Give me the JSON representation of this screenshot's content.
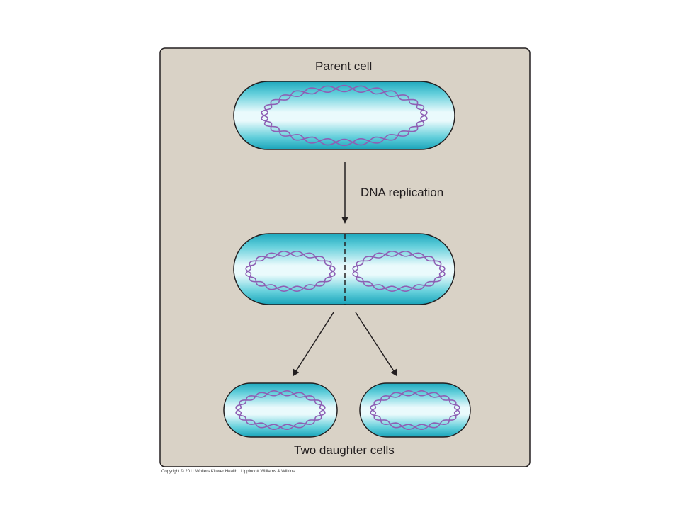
{
  "diagram": {
    "parent_label": "Parent cell",
    "process_label": "DNA replication",
    "result_label": "Two daughter cells",
    "copyright": "Copyright © 2011 Wolters Kluwer Health | Lippincott Williams & Wilkins"
  },
  "colors": {
    "panel_fill": "#d9d2c6",
    "panel_stroke": "#231f20",
    "cell_light": "#e6f8fb",
    "cell_mid": "#59ccd9",
    "cell_dark": "#1aa7bc",
    "dna": "#8e5fb4",
    "arrow": "#231f20"
  },
  "icons": {
    "arrow": "arrow-down-icon"
  }
}
